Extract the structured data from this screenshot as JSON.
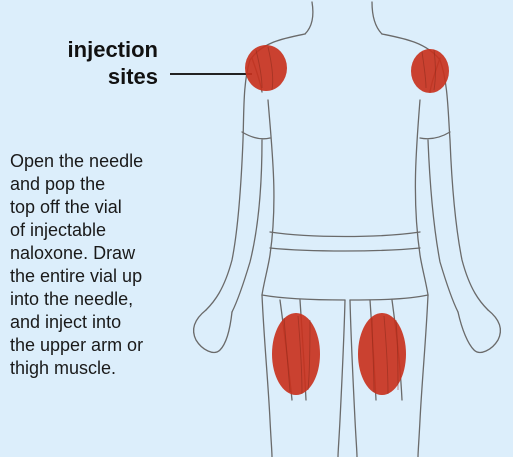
{
  "heading": {
    "line1": "injection",
    "line2": "sites"
  },
  "instructions": {
    "lines": [
      "Open the needle",
      "and pop the",
      "top off the vial",
      "of injectable",
      "naloxone. Draw",
      "the entire vial up",
      "into the needle,",
      "and inject into",
      "the upper arm or",
      "thigh muscle."
    ]
  },
  "colors": {
    "background": "#dceefb",
    "site_fill": "#c8321e",
    "outline": "#6a6a6a"
  },
  "icons": {
    "figure": "human-body-front-sketch"
  }
}
